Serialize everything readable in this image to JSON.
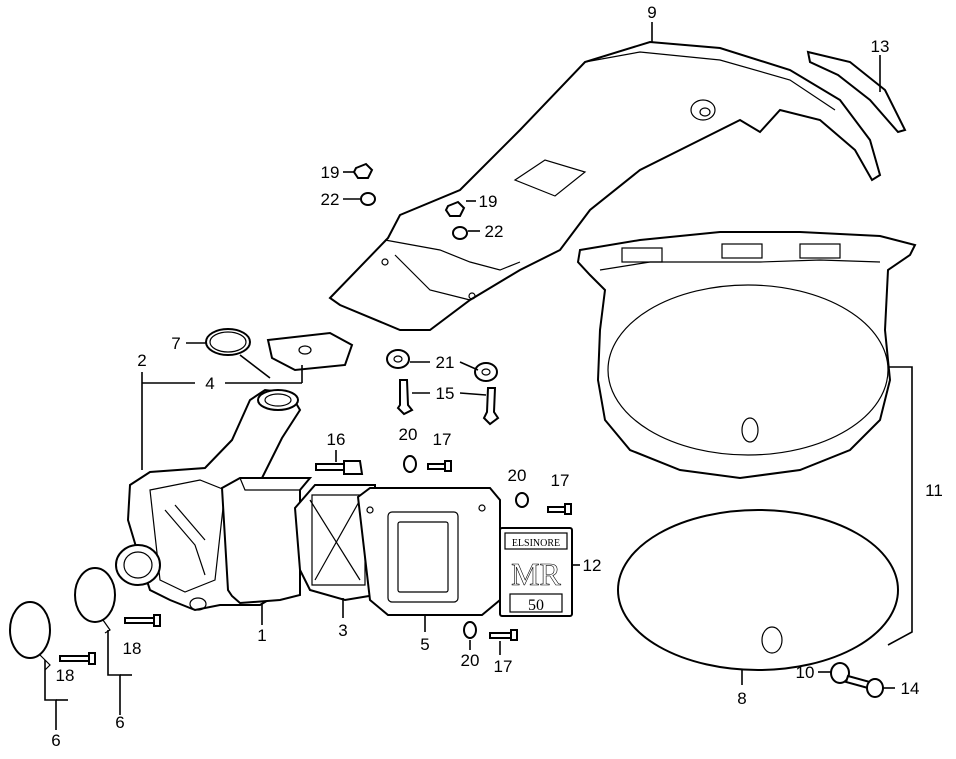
{
  "colors": {
    "line": "#000000",
    "background": "#ffffff"
  },
  "parts": {
    "p1": "1",
    "p2": "2",
    "p3": "3",
    "p4": "4",
    "p5": "5",
    "p6": "6",
    "p7": "7",
    "p8": "8",
    "p9": "9",
    "p10": "10",
    "p11": "11",
    "p12": "12",
    "p13": "13",
    "p14": "14",
    "p15": "15",
    "p16": "16",
    "p17": "17",
    "p18": "18",
    "p19": "19",
    "p20": "20",
    "p21": "21",
    "p22": "22"
  },
  "number_plate": {
    "brand": "ELSINORE",
    "model": "MR",
    "size": "50"
  }
}
